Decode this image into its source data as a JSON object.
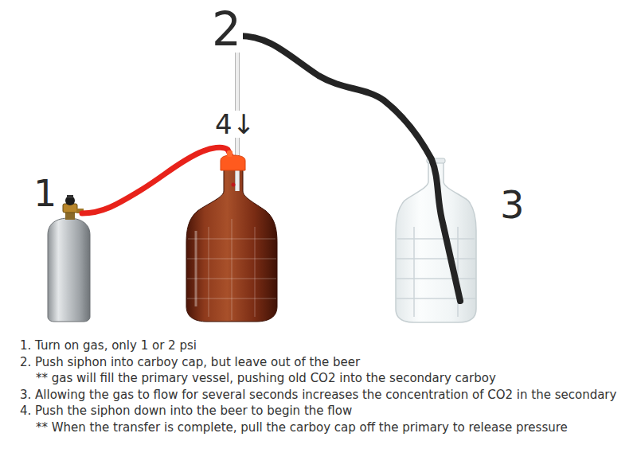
{
  "diagram": {
    "labels": [
      "2",
      "4↓",
      "1",
      "3",
      "1. Turn on gas, only 1 or 2 psi",
      "2. Push siphon into carboy cap, but leave out of the beer",
      "** gas will fill the primary vessel, pushing old CO2 into the secondary carboy",
      "3. Allowing the gas to flow for several seconds increases the concentration of CO2 in the secondary",
      "4. Push the siphon down into the beer to begin the flow",
      "** When the transfer is complete, pull the carboy cap off the primary to release pressure"
    ]
  }
}
